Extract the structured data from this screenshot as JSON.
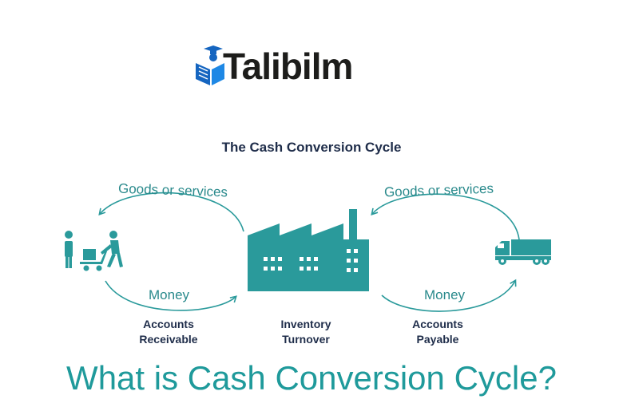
{
  "brand": {
    "name": "Talibilm",
    "color": "#1d1d1b",
    "icon": "graduate-book-icon",
    "icon_color": "#1565c0"
  },
  "diagram": {
    "title": "The Cash Conversion Cycle",
    "accent_color": "#2a9a9b",
    "left_arc": {
      "top_label": "Goods or services",
      "bottom_label": "Money"
    },
    "right_arc": {
      "top_label": "Goods or services",
      "bottom_label": "Money"
    },
    "stages": [
      {
        "line1": "Accounts",
        "line2": "Receivable",
        "icon": "customer-delivery-icon"
      },
      {
        "line1": "Inventory",
        "line2": "Turnover",
        "icon": "factory-icon"
      },
      {
        "line1": "Accounts",
        "line2": "Payable",
        "icon": "truck-icon"
      }
    ]
  },
  "headline": "What is Cash Conversion Cycle?"
}
